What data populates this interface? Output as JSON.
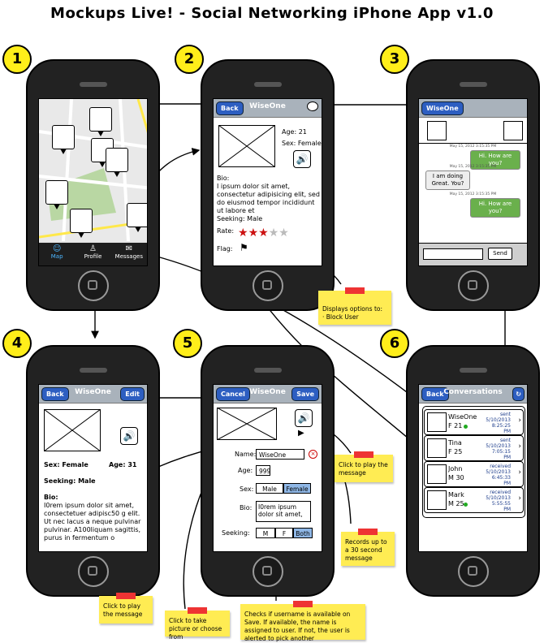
{
  "title": "Mockups Live! - Social Networking iPhone App v1.0",
  "badges": [
    "1",
    "2",
    "3",
    "4",
    "5",
    "6"
  ],
  "screen1": {
    "tabs": [
      {
        "label": "Map",
        "icon": "people-icon"
      },
      {
        "label": "Profile",
        "icon": "person-icon"
      },
      {
        "label": "Messages",
        "icon": "chat-icon"
      }
    ]
  },
  "screen2": {
    "back": "Back",
    "title": "WiseOne",
    "age": "Age: 21",
    "sex": "Sex: Female",
    "bio_label": "Bio:",
    "bio": "I ipsum dolor sit amet, consectetur adipisicing elit, sed do eiusmod tempor incididunt ut labore et",
    "seeking": "Seeking: Male",
    "rate_label": "Rate:",
    "rating": 3,
    "rating_max": 5,
    "flag_label": "Flag:"
  },
  "screen3": {
    "back": "WiseOne",
    "messages": [
      {
        "time": "May 15, 2012 3:15:35 PM",
        "text": "Hi.  How are you?",
        "side": "right"
      },
      {
        "time": "May 15, 2012 3:15:35 PM",
        "text": "I am doing Great. You?",
        "side": "left"
      },
      {
        "time": "May 15, 2012 3:15:35 PM",
        "text": "Hi.  How are you?",
        "side": "right"
      }
    ],
    "send": "Send"
  },
  "screen4": {
    "back": "Back",
    "title": "WiseOne",
    "edit": "Edit",
    "sex": "Sex: Female",
    "age": "Age: 31",
    "seeking": "Seeking: Male",
    "bio_label": "Bio:",
    "bio": "I0rem ipsum dolor sit amet, consectetuer adipisc50 g elit. Ut nec lacus a neque pulvinar pulvinar. A100liquam sagittis, purus in fermentum o"
  },
  "screen5": {
    "cancel": "Cancel",
    "title": "WiseOne",
    "save": "Save",
    "name_label": "Name:",
    "name_value": "WiseOne",
    "age_label": "Age:",
    "age_value": "999",
    "sex_label": "Sex:",
    "sex_options": [
      "Male",
      "Female"
    ],
    "sex_selected": "Female",
    "bio_label": "Bio:",
    "bio_value": "I0rem ipsum dolor sit amet,",
    "seeking_label": "Seeking:",
    "seeking_options": [
      "M",
      "F",
      "Both"
    ],
    "seeking_selected": "Both"
  },
  "screen6": {
    "back": "Back",
    "title": "Conversations",
    "rows": [
      {
        "name": "WiseOne",
        "sub": "F 21",
        "status": "sent",
        "date": "5/10/2013",
        "time": "8:25:25 PM",
        "online": true
      },
      {
        "name": "Tina",
        "sub": "F 25",
        "status": "sent",
        "date": "5/10/2013",
        "time": "7:05:15 PM",
        "online": false
      },
      {
        "name": "John",
        "sub": "M 30",
        "status": "received",
        "date": "5/10/2013",
        "time": "6:45:33 PM",
        "online": false
      },
      {
        "name": "Mark",
        "sub": "M 25",
        "status": "received",
        "date": "5/10/2013",
        "time": "5:55:55 PM",
        "online": true
      }
    ]
  },
  "notes": {
    "block": "Displays options to:\n   ·  Block User",
    "play5": "Click to play the message",
    "record": "Records up to a 30 second message",
    "play4": "Click to play the message",
    "picture": "Click to take picture or choose from",
    "username": "Checks if username is available on Save. If available, the name is assigned to user. If not, the user is alerted to pick another"
  },
  "colors": {
    "accent": "#2d5ec1",
    "note": "#ffec53",
    "badge": "#ffee1a",
    "tape": "#e33333",
    "online": "#22aa22",
    "bubble_green": "#6ab04c",
    "star": "#cc1111"
  }
}
